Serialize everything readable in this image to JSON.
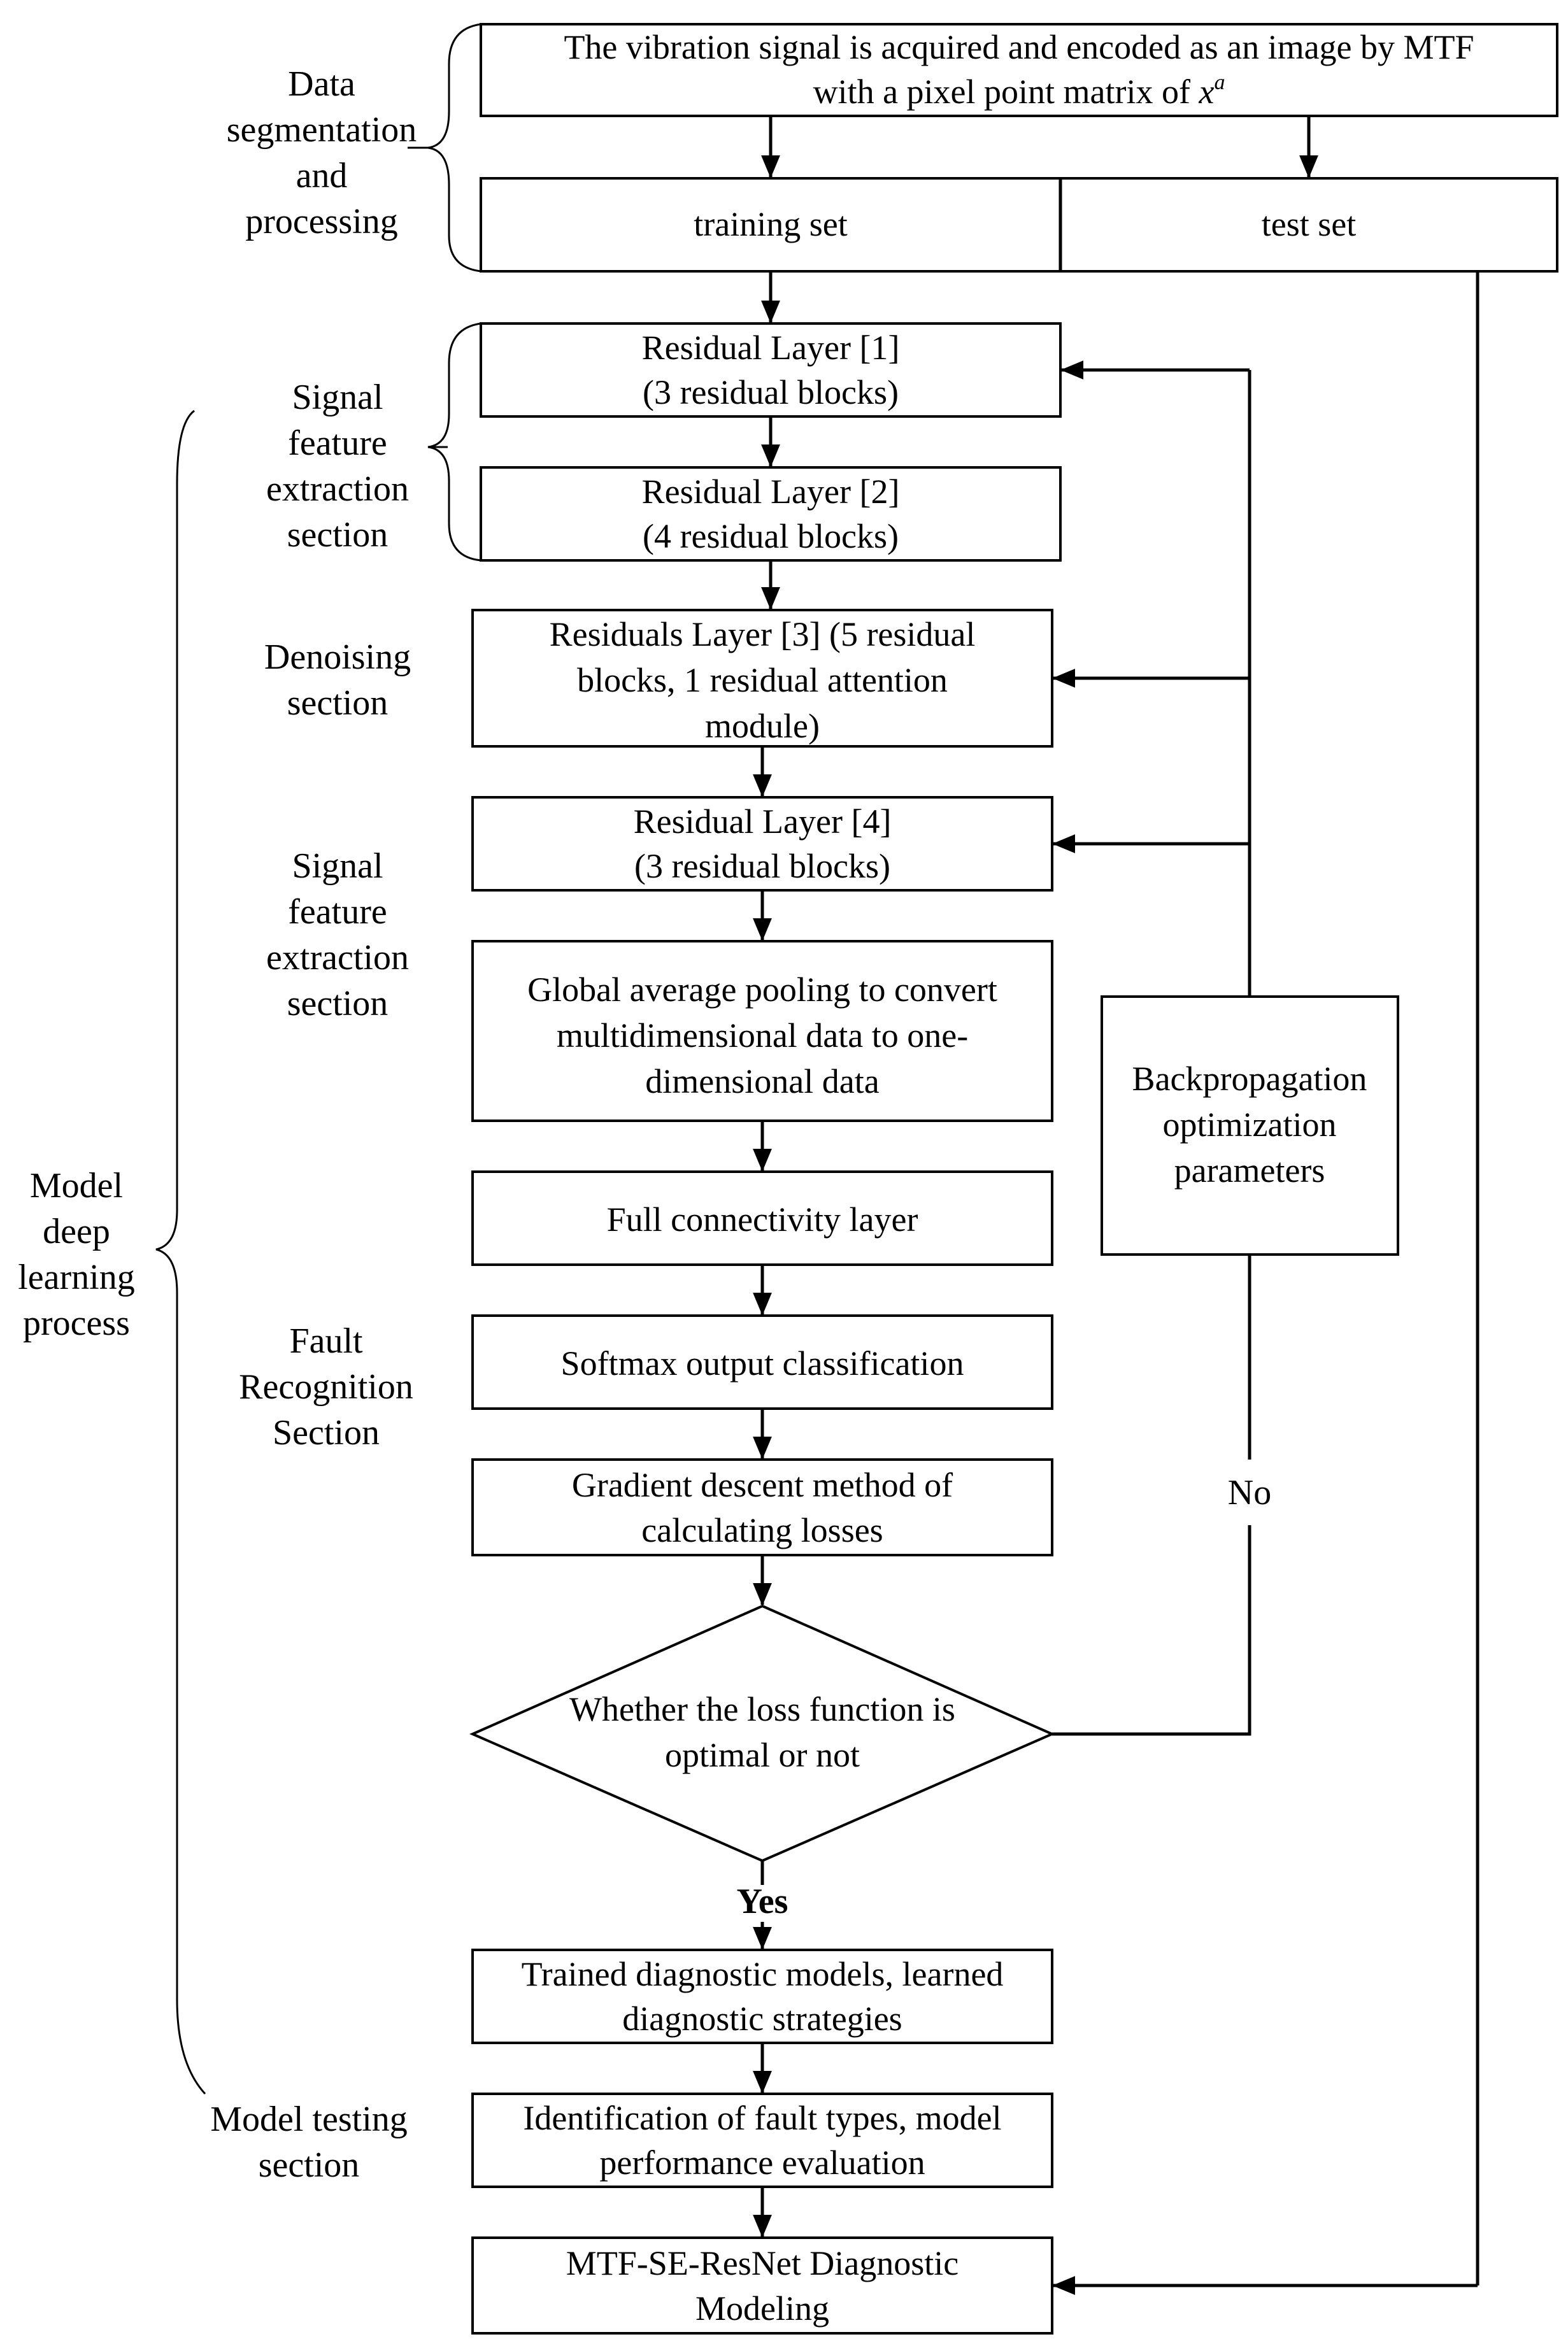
{
  "boxes": {
    "acquire": {
      "line1": "The vibration signal is acquired and encoded as an image by MTF",
      "line2": "with a pixel point matrix of ",
      "var": "x",
      "sup": "a"
    },
    "training_set": "training set",
    "test_set": "test set",
    "residual1": [
      "Residual Layer [1]",
      "(3 residual blocks)"
    ],
    "residual2": [
      "Residual Layer [2]",
      "(4 residual blocks)"
    ],
    "residual3": [
      "Residuals Layer [3] (5 residual",
      "blocks, 1 residual attention",
      "module)"
    ],
    "residual4": [
      "Residual Layer [4]",
      "(3 residual blocks)"
    ],
    "gap": [
      "Global average pooling to convert",
      "multidimensional data to one-",
      "dimensional data"
    ],
    "fc": [
      "Full connectivity layer"
    ],
    "softmax": [
      "Softmax output classification"
    ],
    "gradient": [
      "Gradient descent method of",
      "calculating losses"
    ],
    "decision": [
      "Whether the loss function is",
      "optimal or not"
    ],
    "trained": [
      "Trained diagnostic models, learned",
      "diagnostic strategies"
    ],
    "identify": [
      "Identification of fault types, model",
      "performance evaluation"
    ],
    "final": [
      "MTF-SE-ResNet Diagnostic",
      "Modeling"
    ],
    "backprop": [
      "Backpropagation",
      "optimization",
      "parameters"
    ]
  },
  "edge_labels": {
    "yes": "Yes",
    "no": "No"
  },
  "section_labels": {
    "data_seg": [
      "Data",
      "segmentation",
      "and",
      "processing"
    ],
    "signal_feature_1": [
      "Signal",
      "feature",
      "extraction",
      "section"
    ],
    "denoising": [
      "Denoising",
      "section"
    ],
    "signal_feature_2": [
      "Signal",
      "feature",
      "extraction",
      "section"
    ],
    "fault_recognition": [
      "Fault",
      "Recognition",
      "Section"
    ],
    "model_deep": [
      "Model",
      "deep",
      "learning",
      "process"
    ],
    "model_testing": [
      "Model testing",
      "section"
    ]
  }
}
